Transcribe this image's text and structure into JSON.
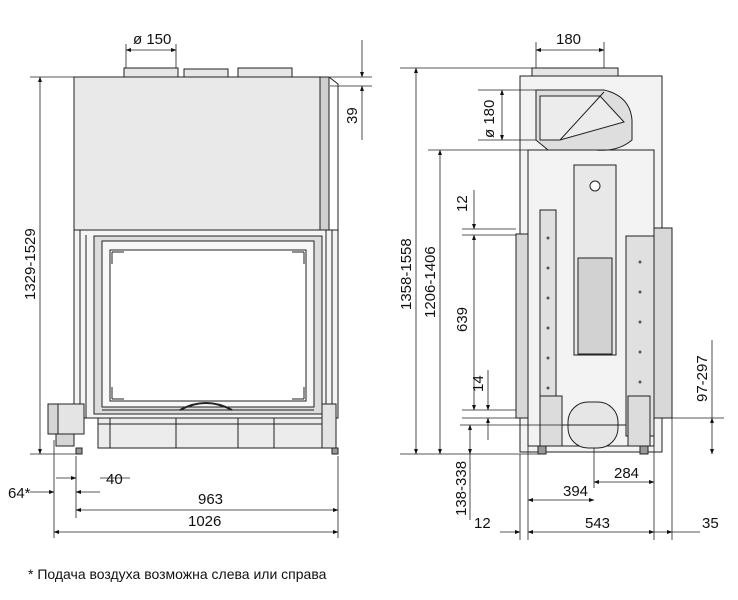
{
  "diagram": {
    "front_view": {
      "flue_diameter": "ø 150",
      "top_offset": "39",
      "height_range": "1329-1529",
      "air_inlet_offset": "64*",
      "inlet_width": "40",
      "inner_width": "963",
      "total_width": "1026"
    },
    "side_view": {
      "flue_width": "180",
      "flue_diameter": "ø 180",
      "total_height_range": "1358-1558",
      "mid_height_range": "1206-1406",
      "upper_gap": "12",
      "door_height": "639",
      "lower_gap": "14",
      "side_height_range": "97-297",
      "base_height_range": "138-338",
      "depth_inner": "394",
      "depth_duct": "284",
      "left_offset": "12",
      "total_depth": "543",
      "right_offset": "35"
    },
    "footnote": "* Подача воздуха возможна слева или справа"
  }
}
